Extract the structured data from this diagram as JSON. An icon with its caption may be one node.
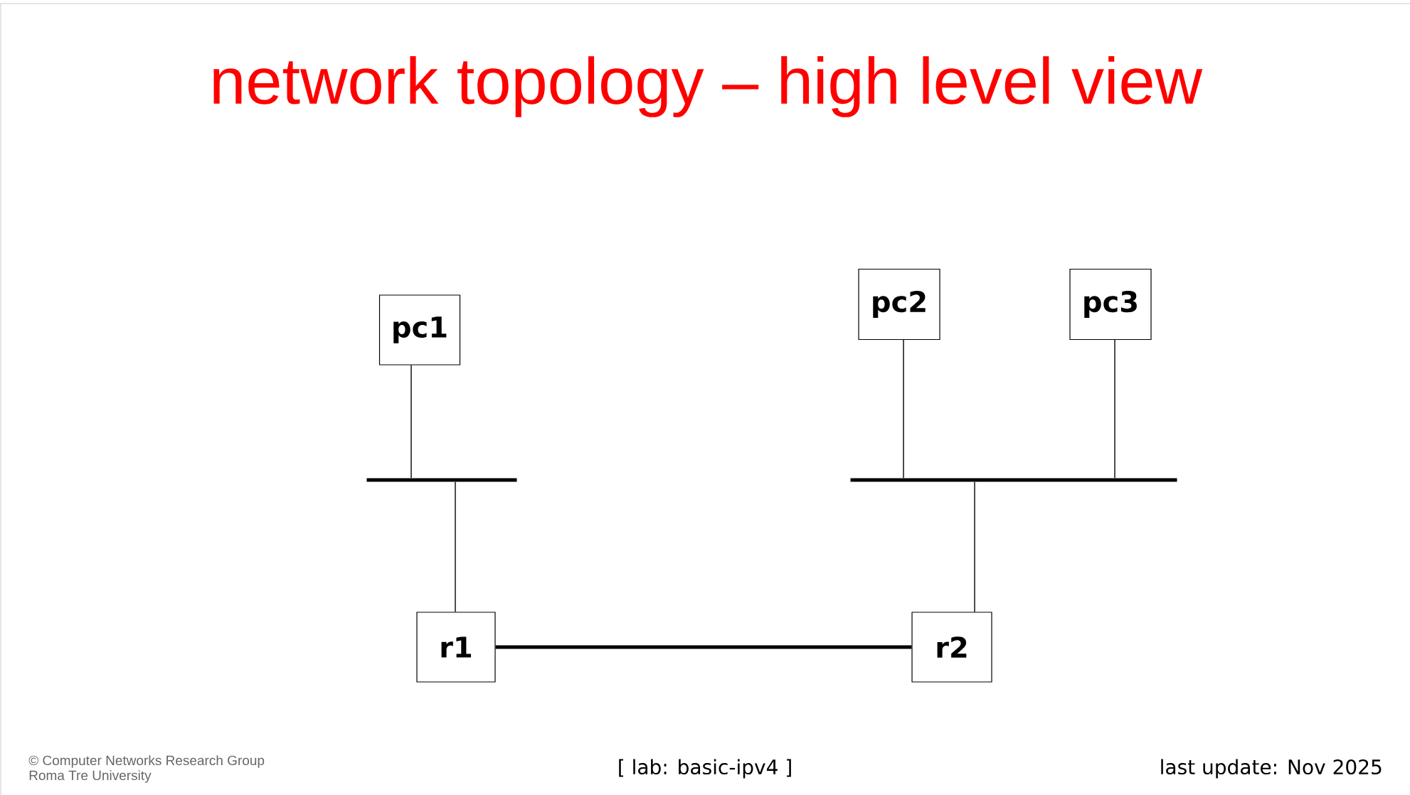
{
  "diagram": {
    "title": "network topology – high level view",
    "nodes": [
      {
        "text": [
          "pc1"
        ]
      },
      {
        "text": [
          "pc2"
        ]
      },
      {
        "text": [
          "pc3"
        ]
      },
      {
        "text": [],
        "shape": "bar"
      },
      {
        "text": [],
        "shape": "bar"
      },
      {
        "text": [
          "r1"
        ]
      },
      {
        "text": [
          "r2"
        ]
      }
    ],
    "edges": [
      {
        "from": 0,
        "to": 3,
        "arrow": "none"
      },
      {
        "from": 1,
        "to": 4,
        "arrow": "none"
      },
      {
        "from": 2,
        "to": 4,
        "arrow": "none"
      },
      {
        "from": 3,
        "to": 5,
        "arrow": "none"
      },
      {
        "from": 4,
        "to": 6,
        "arrow": "none"
      },
      {
        "from": 5,
        "to": 6,
        "arrow": "none",
        "style": "thick"
      }
    ],
    "labels": [
      "© Computer Networks Research Group",
      "Roma Tre University",
      "[ lab: basic-ipv4 ]",
      "last update: Nov 2025"
    ]
  }
}
